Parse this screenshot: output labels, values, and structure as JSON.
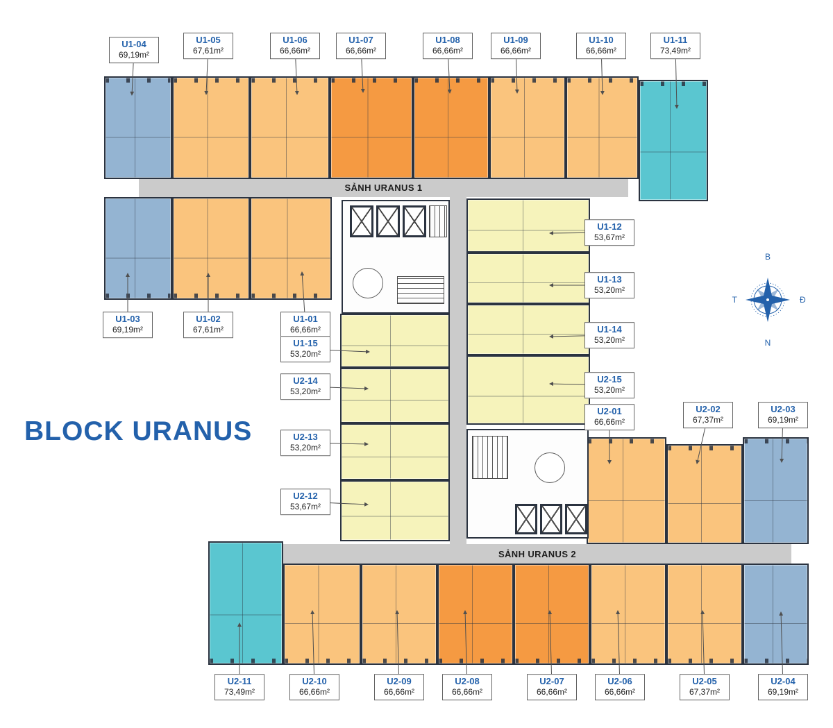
{
  "title": "BLOCK URANUS",
  "lobbies": {
    "lobby1": "SẢNH URANUS 1",
    "lobby2": "SẢNH URANUS 2"
  },
  "compass": {
    "north": "B",
    "east": "Đ",
    "south": "N",
    "west": "T"
  },
  "colors": {
    "orange": "#f59a42",
    "peach": "#fac47d",
    "yellow": "#f6f3bb",
    "teal": "#5ac6d0",
    "bluegray": "#94b4d2",
    "corridor": "#cbcbcb",
    "wall": "#2b3340",
    "blue": "#2361ab"
  },
  "units": [
    {
      "id": "U1-01",
      "area": "66,66m²",
      "color": "peach"
    },
    {
      "id": "U1-02",
      "area": "67,61m²",
      "color": "peach"
    },
    {
      "id": "U1-03",
      "area": "69,19m²",
      "color": "bluegray"
    },
    {
      "id": "U1-04",
      "area": "69,19m²",
      "color": "bluegray"
    },
    {
      "id": "U1-05",
      "area": "67,61m²",
      "color": "peach"
    },
    {
      "id": "U1-06",
      "area": "66,66m²",
      "color": "peach"
    },
    {
      "id": "U1-07",
      "area": "66,66m²",
      "color": "orange"
    },
    {
      "id": "U1-08",
      "area": "66,66m²",
      "color": "orange"
    },
    {
      "id": "U1-09",
      "area": "66,66m²",
      "color": "peach"
    },
    {
      "id": "U1-10",
      "area": "66,66m²",
      "color": "peach"
    },
    {
      "id": "U1-11",
      "area": "73,49m²",
      "color": "teal"
    },
    {
      "id": "U1-12",
      "area": "53,67m²",
      "color": "yellow"
    },
    {
      "id": "U1-13",
      "area": "53,20m²",
      "color": "yellow"
    },
    {
      "id": "U1-14",
      "area": "53,20m²",
      "color": "yellow"
    },
    {
      "id": "U1-15",
      "area": "53,20m²",
      "color": "yellow"
    },
    {
      "id": "U2-01",
      "area": "66,66m²",
      "color": "peach"
    },
    {
      "id": "U2-02",
      "area": "67,37m²",
      "color": "peach"
    },
    {
      "id": "U2-03",
      "area": "69,19m²",
      "color": "bluegray"
    },
    {
      "id": "U2-04",
      "area": "69,19m²",
      "color": "bluegray"
    },
    {
      "id": "U2-05",
      "area": "67,37m²",
      "color": "peach"
    },
    {
      "id": "U2-06",
      "area": "66,66m²",
      "color": "peach"
    },
    {
      "id": "U2-07",
      "area": "66,66m²",
      "color": "orange"
    },
    {
      "id": "U2-08",
      "area": "66,66m²",
      "color": "orange"
    },
    {
      "id": "U2-09",
      "area": "66,66m²",
      "color": "peach"
    },
    {
      "id": "U2-10",
      "area": "66,66m²",
      "color": "peach"
    },
    {
      "id": "U2-11",
      "area": "73,49m²",
      "color": "teal"
    },
    {
      "id": "U2-12",
      "area": "53,67m²",
      "color": "yellow"
    },
    {
      "id": "U2-13",
      "area": "53,20m²",
      "color": "yellow"
    },
    {
      "id": "U2-14",
      "area": "53,20m²",
      "color": "yellow"
    },
    {
      "id": "U2-15",
      "area": "53,20m²",
      "color": "yellow"
    }
  ]
}
